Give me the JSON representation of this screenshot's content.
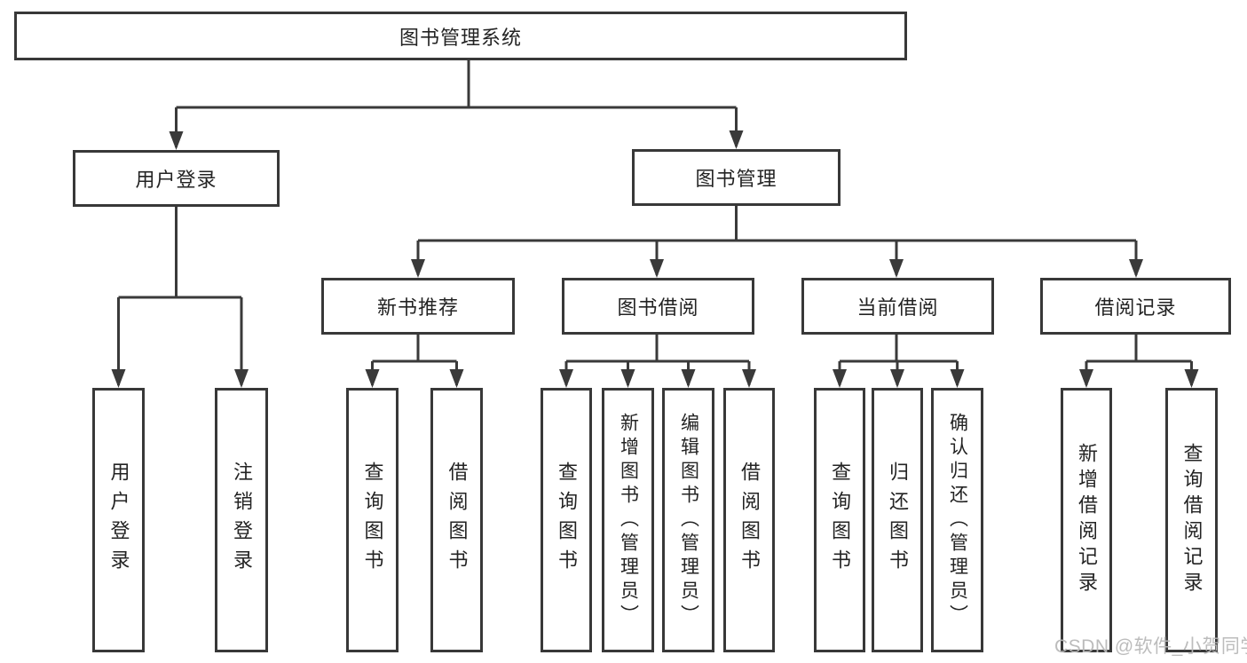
{
  "tree": {
    "root": {
      "label": "图书管理系统",
      "children": [
        {
          "label": "用户登录",
          "children": [
            {
              "label": "用户登录"
            },
            {
              "label": "注销登录"
            }
          ]
        },
        {
          "label": "图书管理",
          "children": [
            {
              "label": "新书推荐",
              "children": [
                {
                  "label": "查询图书"
                },
                {
                  "label": "借阅图书"
                }
              ]
            },
            {
              "label": "图书借阅",
              "children": [
                {
                  "label": "查询图书"
                },
                {
                  "label": "新增图书（管理员）"
                },
                {
                  "label": "编辑图书（管理员）"
                },
                {
                  "label": "借阅图书"
                }
              ]
            },
            {
              "label": "当前借阅",
              "children": [
                {
                  "label": "查询图书"
                },
                {
                  "label": "归还图书"
                },
                {
                  "label": "确认归还（管理员）"
                }
              ]
            },
            {
              "label": "借阅记录",
              "children": [
                {
                  "label": "新增借阅记录"
                },
                {
                  "label": "查询借阅记录"
                }
              ]
            }
          ]
        }
      ]
    }
  },
  "watermark": {
    "text": "CSDN @软件_小贺同学"
  },
  "colors": {
    "line": "#3a3a3a",
    "border": "#383838",
    "text": "#232323",
    "watermark": "#b8b8b8",
    "background": "#ffffff"
  }
}
